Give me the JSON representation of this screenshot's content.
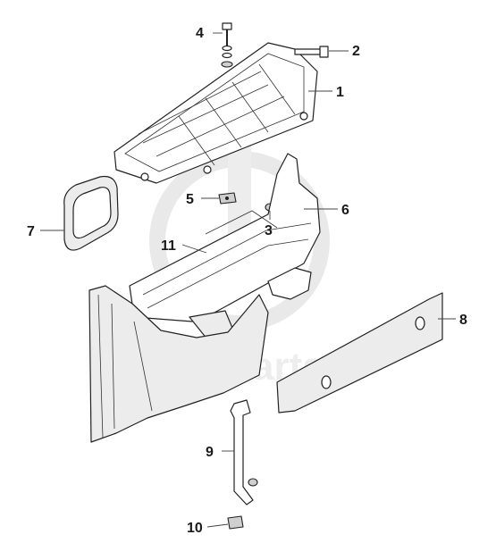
{
  "watermark": {
    "text": "data-parts"
  },
  "callouts": [
    {
      "id": "4",
      "label": "4"
    },
    {
      "id": "2",
      "label": "2"
    },
    {
      "id": "1",
      "label": "1"
    },
    {
      "id": "5",
      "label": "5"
    },
    {
      "id": "3",
      "label": "3"
    },
    {
      "id": "6",
      "label": "6"
    },
    {
      "id": "7",
      "label": "7"
    },
    {
      "id": "11",
      "label": "11"
    },
    {
      "id": "8",
      "label": "8"
    },
    {
      "id": "9",
      "label": "9"
    },
    {
      "id": "10",
      "label": "10"
    }
  ],
  "colors": {
    "line": "#222222",
    "watermark": "#d9d9d9",
    "shade": "#ececec"
  }
}
